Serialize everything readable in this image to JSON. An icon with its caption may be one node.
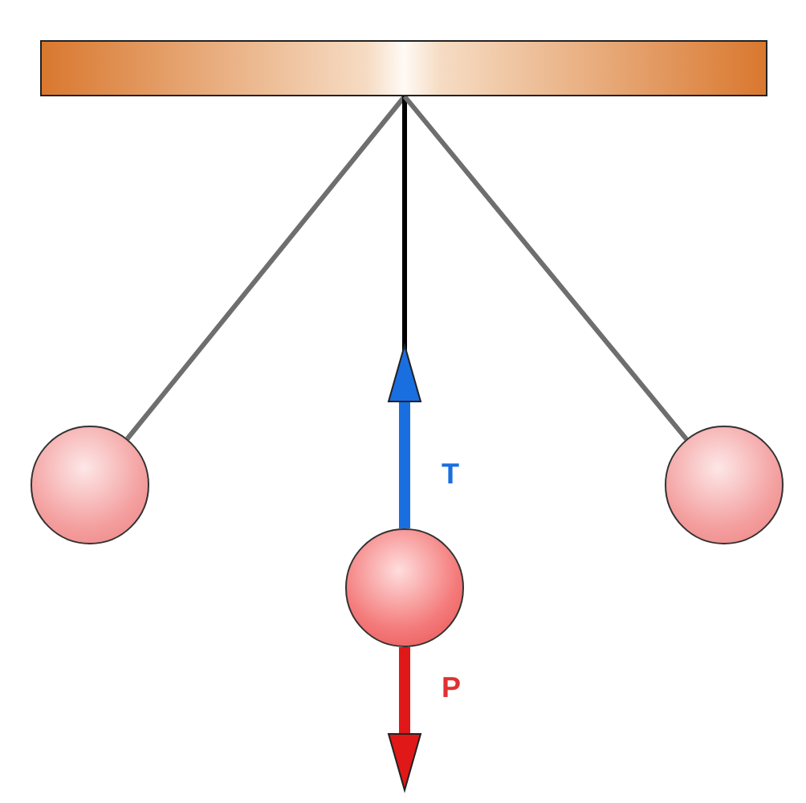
{
  "diagram": {
    "nodes": [
      {
        "text": [],
        "shape": "bar"
      },
      {
        "text": [],
        "shape": "circle"
      },
      {
        "text": [],
        "shape": "circle"
      },
      {
        "text": [],
        "shape": "circle"
      }
    ],
    "edges": [
      {
        "from": 0,
        "to": 1,
        "arrow": "none"
      },
      {
        "from": 0,
        "to": 2,
        "arrow": "none",
        "color": "#000000"
      },
      {
        "from": 0,
        "to": 3,
        "arrow": "none"
      }
    ],
    "labels": [
      "T",
      "P"
    ]
  }
}
